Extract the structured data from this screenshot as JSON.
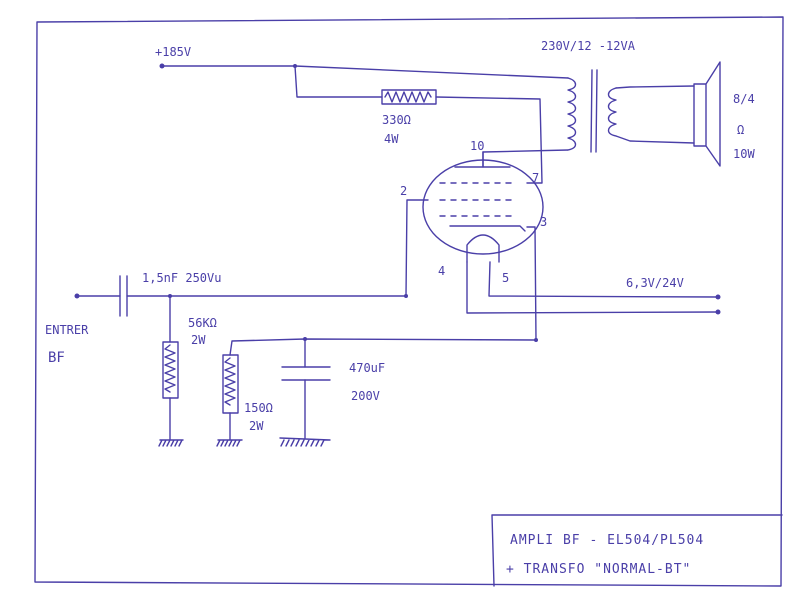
{
  "labels": {
    "supply": "+185V",
    "transformer": "230V/12 -12VA",
    "speaker_impedance": "8/4",
    "speaker_omega": "Ω",
    "speaker_power": "10W",
    "r_anode_value": "330Ω",
    "r_anode_power": "4W",
    "pin10": "10",
    "pin7": "7",
    "pin2": "2",
    "pin3": "3",
    "pin4": "4",
    "pin5": "5",
    "cap_in": "1,5nF 250Vu",
    "heater": "6,3V/24V",
    "input_1": "ENTRER",
    "input_2": "BF",
    "r_grid_value": "56KΩ",
    "r_grid_power": "2W",
    "cap_cathode_value": "470uF",
    "cap_cathode_voltage": "200V",
    "r_cathode_value": "150Ω",
    "r_cathode_power": "2W",
    "title_1": "AMPLI BF - EL504/PL504",
    "title_2": "+ TRANSFO \"NORMAL-BT\""
  }
}
